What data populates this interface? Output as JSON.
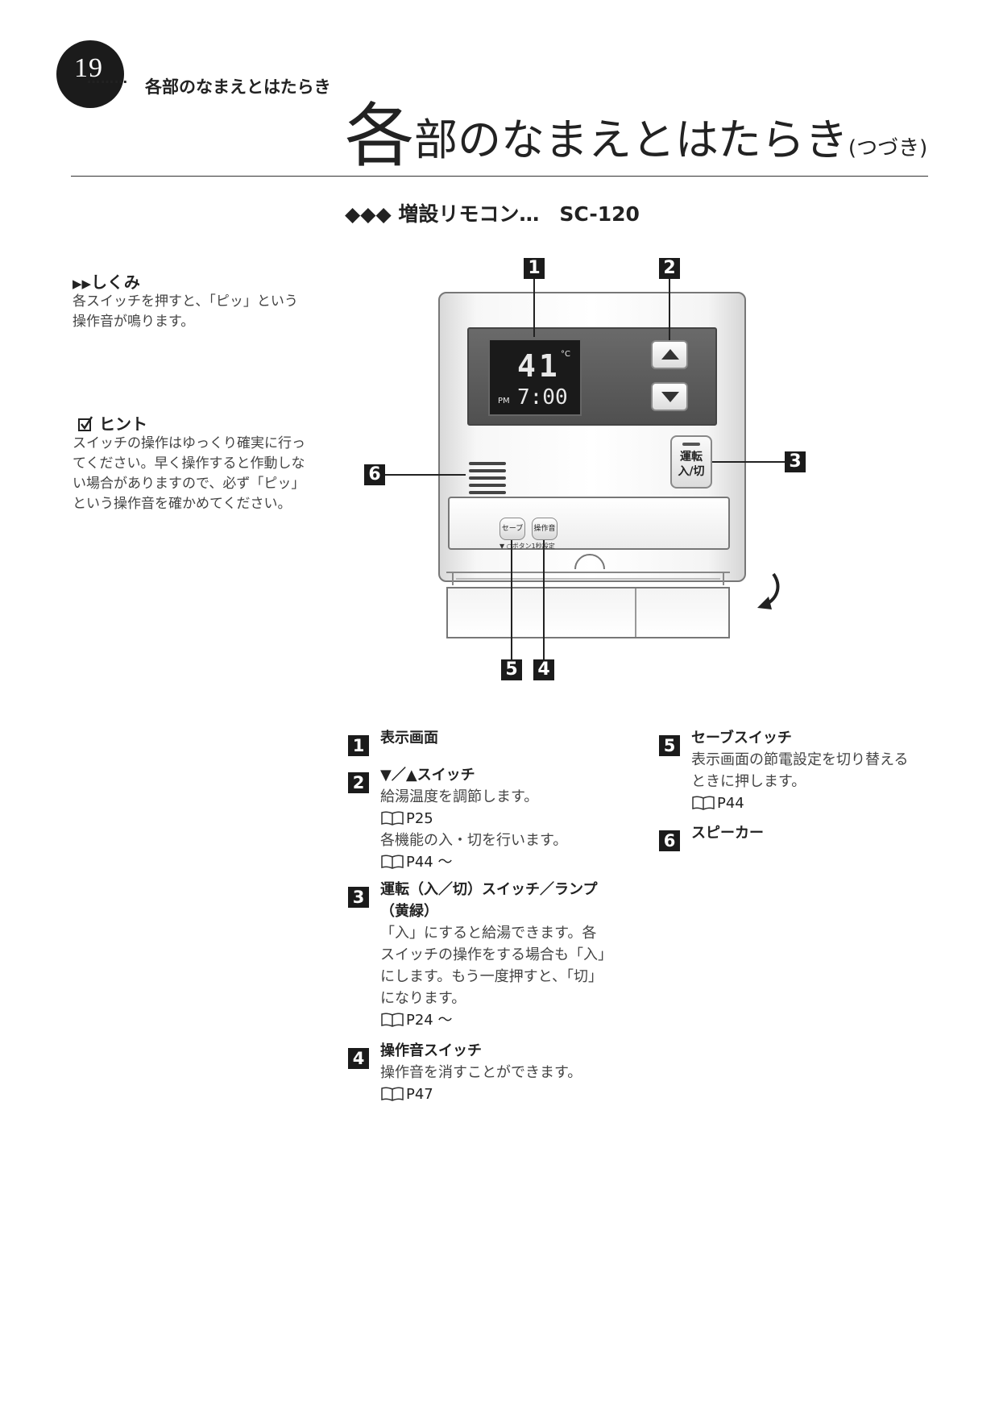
{
  "header": {
    "page_number": "19",
    "dots": "………",
    "running_head": "各部のなまえとはたらき",
    "title_big": "各",
    "title_main": "部のなまえとはたらき",
    "title_small": "(つづき)"
  },
  "section": {
    "diamonds": "◆◆◆",
    "title": "増設リモコン…　SC-120"
  },
  "side": {
    "mechanism_mark": "▶▶",
    "mechanism_title": "しくみ",
    "mechanism_body": "各スイッチを押すと、「ピッ」という操作音が鳴ります。",
    "hint_title": "ヒント",
    "hint_body": "スイッチの操作はゆっくり確実に行ってください。早く操作すると作動しない場合がありますので、必ず「ピッ」という操作音を確かめてください。"
  },
  "device": {
    "temp": "41",
    "temp_unit": "°C",
    "pm": "PM",
    "time": "7:00",
    "run_label_1": "運転",
    "run_label_2": "入/切",
    "save_label": "セーブ",
    "sound_label": "操作音",
    "note": "▼ ○ボタン1秒設定",
    "callouts": [
      "1",
      "2",
      "3",
      "4",
      "5",
      "6"
    ]
  },
  "items": [
    {
      "num": "1",
      "title": "表示画面"
    },
    {
      "num": "2",
      "title": "▼／▲スイッチ",
      "body_1": "給湯温度を調節します。",
      "ref_1": "P25",
      "body_2": "各機能の入・切を行います。",
      "ref_2": "P44 ～"
    },
    {
      "num": "3",
      "title_1": "運転（入／切）スイッチ／ランプ",
      "title_2": "（黄緑）",
      "lines": [
        "「入」にすると給湯できます。各",
        "スイッチの操作をする場合も「入」",
        "にします。もう一度押すと、「切」",
        "になります。"
      ],
      "ref": "P24 ～"
    },
    {
      "num": "4",
      "title": "操作音スイッチ",
      "body": "操作音を消すことができます。",
      "ref": "P47"
    },
    {
      "num": "5",
      "title": "セーブスイッチ",
      "lines": [
        "表示画面の節電設定を切り替える",
        "ときに押します。"
      ],
      "ref": "P44"
    },
    {
      "num": "6",
      "title": "スピーカー"
    }
  ]
}
